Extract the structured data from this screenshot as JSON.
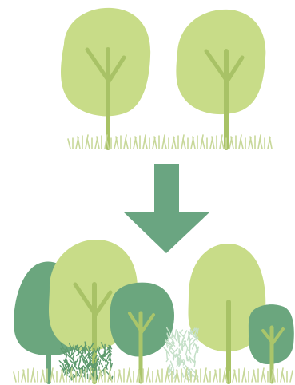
{
  "colors": {
    "light_canopy": "#c8dc88",
    "light_branch": "#a8c266",
    "dark_canopy": "#6ba67e",
    "dark_branch": "#aac56a",
    "grass": "#c8d89a",
    "arrow": "#6aa581",
    "shrub_dark": "#5e9a6e",
    "shrub_pale": "#c5e0c8"
  },
  "panels": {
    "before": {
      "tree_count": 2
    },
    "after": {
      "tree_count": 5,
      "understory_count": 2
    }
  },
  "arrow": {
    "direction": "down",
    "icon": "arrow-down-icon"
  }
}
